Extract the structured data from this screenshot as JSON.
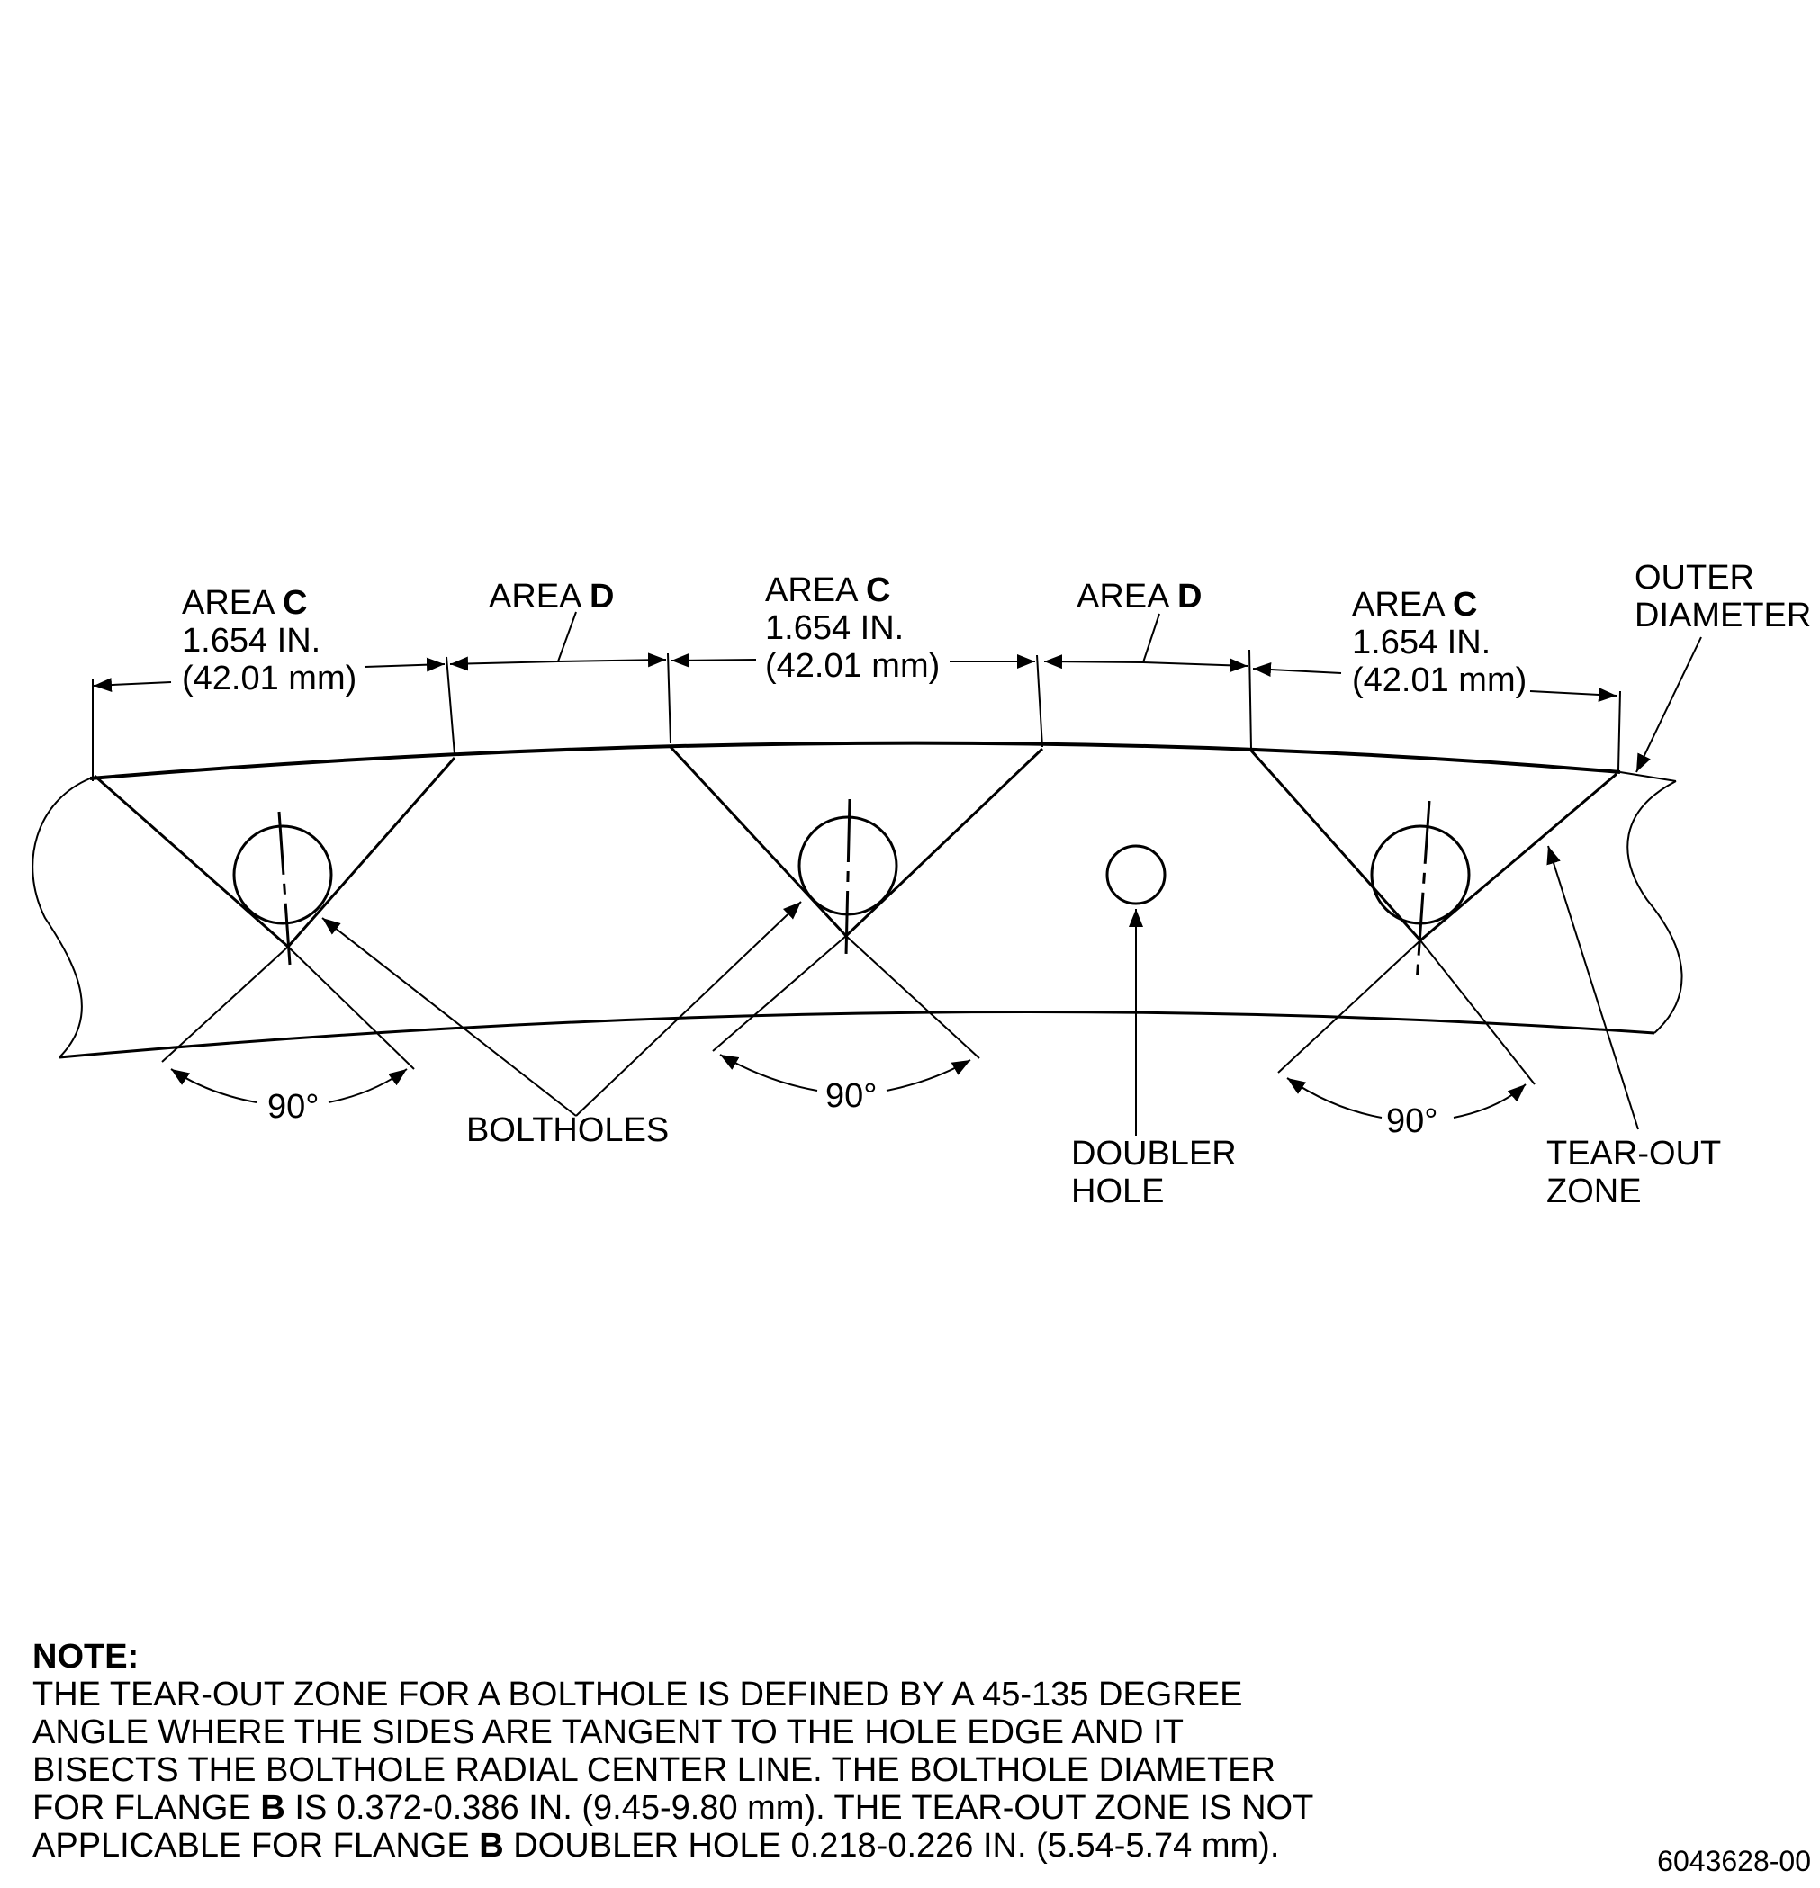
{
  "labels": {
    "area_word": "AREA",
    "area_c_letter": "C",
    "area_d_letter": "D",
    "dim_in": "1.654 IN.",
    "dim_mm": "(42.01 mm)",
    "outer_diameter_1": "OUTER",
    "outer_diameter_2": "DIAMETER",
    "angle": "90°",
    "boltholes": "BOLTHOLES",
    "doubler_1": "DOUBLER",
    "doubler_2": "HOLE",
    "tearout_1": "TEAR-OUT",
    "tearout_2": "ZONE"
  },
  "note": {
    "heading": "NOTE:",
    "line1": "THE TEAR-OUT ZONE FOR A BOLTHOLE IS DEFINED BY A 45-135 DEGREE",
    "line2": "ANGLE WHERE THE SIDES ARE TANGENT TO THE HOLE EDGE AND IT",
    "line3": "BISECTS THE BOLTHOLE RADIAL CENTER LINE. THE BOLTHOLE DIAMETER",
    "line4_a": "FOR FLANGE ",
    "line4_b": "B",
    "line4_c": " IS 0.372-0.386 IN. (9.45-9.80 mm). THE TEAR-OUT ZONE IS NOT",
    "line5_a": "APPLICABLE FOR FLANGE ",
    "line5_b": "B",
    "line5_c": " DOUBLER HOLE 0.218-0.226 IN. (5.54-5.74 mm)."
  },
  "figure_number": "6043628-00"
}
